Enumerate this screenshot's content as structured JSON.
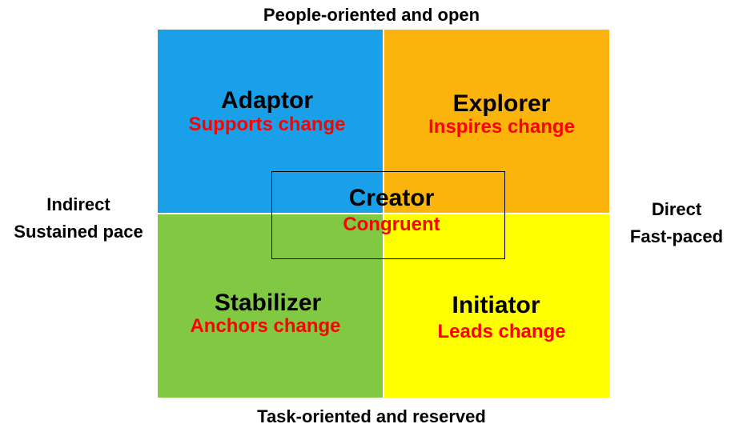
{
  "colors": {
    "adaptor_bg": "#1aa0e8",
    "explorer_bg": "#fbb40b",
    "stabilizer_bg": "#82c943",
    "initiator_bg": "#ffff00",
    "subtitle_text": "#ff0000",
    "title_text": "#000000"
  },
  "axes": {
    "top": "People-oriented and open",
    "bottom": "Task-oriented and reserved",
    "left": [
      "Indirect",
      "Sustained pace"
    ],
    "right": [
      "Direct",
      "Fast-paced"
    ]
  },
  "quadrants": {
    "top_left": {
      "title": "Adaptor",
      "subtitle": "Supports change"
    },
    "top_right": {
      "title": "Explorer",
      "subtitle": "Inspires change"
    },
    "bottom_left": {
      "title": "Stabilizer",
      "subtitle": "Anchors change"
    },
    "bottom_right": {
      "title": "Initiator",
      "subtitle": "Leads change"
    }
  },
  "center": {
    "title": "Creator",
    "subtitle": "Congruent"
  }
}
